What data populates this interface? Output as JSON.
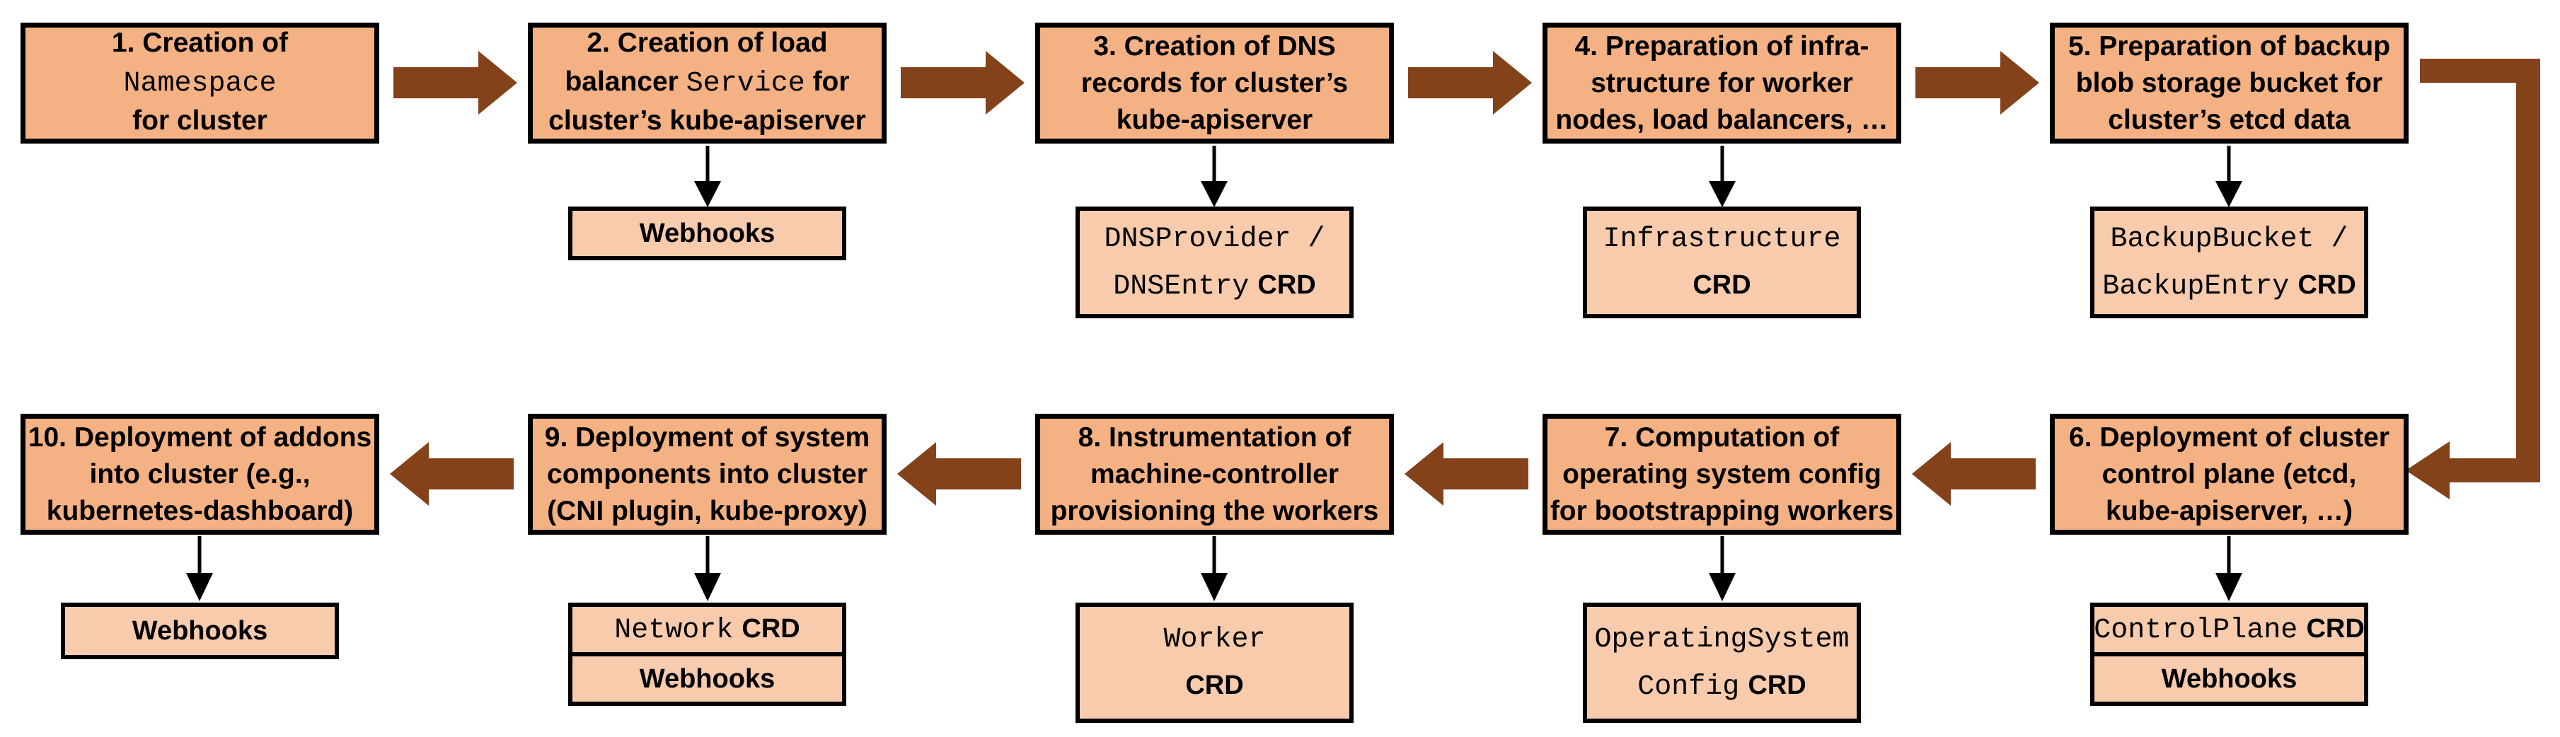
{
  "colors": {
    "step_fill": "#f4b183",
    "sub_fill": "#f8cbad",
    "border": "#000000",
    "flow_arrow": "#84421a",
    "text": "#000000",
    "background": "#ffffff"
  },
  "steps": [
    {
      "name": "step-1",
      "lines": [
        {
          "pre": "1. Creation of"
        },
        {
          "mono": "Namespace"
        },
        {
          "pre": "for cluster"
        }
      ]
    },
    {
      "name": "step-2",
      "lines": [
        {
          "pre": "2. Creation of load"
        },
        {
          "pre": "balancer ",
          "mono": "Service",
          "post": " for"
        },
        {
          "pre": "cluster’s kube-apiserver"
        }
      ],
      "sub": {
        "kind": "webhooks",
        "label": "Webhooks"
      }
    },
    {
      "name": "step-3",
      "lines": [
        {
          "pre": "3. Creation of DNS"
        },
        {
          "pre": "records for cluster’s"
        },
        {
          "pre": "kube-apiserver"
        }
      ],
      "sub": {
        "kind": "crd",
        "lines": [
          {
            "mono": "DNSProvider /"
          },
          {
            "mono": "DNSEntry",
            "crd": "CRD"
          }
        ]
      }
    },
    {
      "name": "step-4",
      "lines": [
        {
          "pre": "4. Preparation of infra-"
        },
        {
          "pre": "structure for worker"
        },
        {
          "pre": "nodes, load balancers, …"
        }
      ],
      "sub": {
        "kind": "crd",
        "lines": [
          {
            "mono": "Infrastructure"
          },
          {
            "crd": "CRD"
          }
        ]
      }
    },
    {
      "name": "step-5",
      "lines": [
        {
          "pre": "5. Preparation of backup"
        },
        {
          "pre": "blob storage bucket for"
        },
        {
          "pre": "cluster’s etcd data"
        }
      ],
      "sub": {
        "kind": "crd",
        "lines": [
          {
            "mono": "BackupBucket /"
          },
          {
            "mono": "BackupEntry",
            "crd": "CRD"
          }
        ]
      }
    },
    {
      "name": "step-6",
      "lines": [
        {
          "pre": "6. Deployment of cluster"
        },
        {
          "pre": "control plane (etcd,"
        },
        {
          "pre": "kube-apiserver, …)"
        }
      ],
      "sub": {
        "kind": "stack",
        "boxes": [
          {
            "mono": "ControlPlane",
            "crd": "CRD"
          },
          {
            "label": "Webhooks"
          }
        ]
      }
    },
    {
      "name": "step-7",
      "lines": [
        {
          "pre": "7. Computation of"
        },
        {
          "pre": "operating system config"
        },
        {
          "pre": "for bootstrapping workers"
        }
      ],
      "sub": {
        "kind": "crd",
        "lines": [
          {
            "mono": "OperatingSystem"
          },
          {
            "mono": "Config",
            "crd": "CRD"
          }
        ]
      }
    },
    {
      "name": "step-8",
      "lines": [
        {
          "pre": "8. Instrumentation of"
        },
        {
          "pre": "machine-controller"
        },
        {
          "pre": "provisioning the workers"
        }
      ],
      "sub": {
        "kind": "crd",
        "lines": [
          {
            "mono": "Worker"
          },
          {
            "crd": "CRD"
          }
        ]
      }
    },
    {
      "name": "step-9",
      "lines": [
        {
          "pre": "9. Deployment of system"
        },
        {
          "pre": "components into cluster"
        },
        {
          "pre": "(CNI plugin, kube-proxy)"
        }
      ],
      "sub": {
        "kind": "stack",
        "boxes": [
          {
            "mono": "Network",
            "crd": "CRD"
          },
          {
            "label": "Webhooks"
          }
        ]
      }
    },
    {
      "name": "step-10",
      "lines": [
        {
          "pre": "10. Deployment of addons"
        },
        {
          "pre": "into cluster (e.g.,"
        },
        {
          "pre": "kubernetes-dashboard)"
        }
      ],
      "sub": {
        "kind": "webhooks",
        "label": "Webhooks"
      }
    }
  ]
}
